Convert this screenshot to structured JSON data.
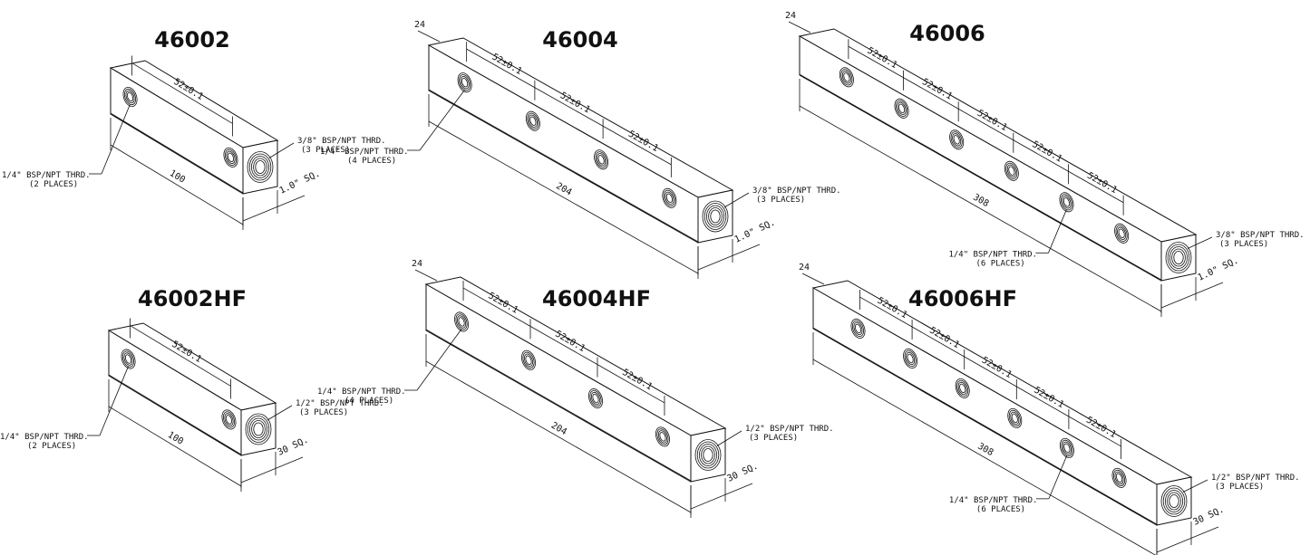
{
  "diagram": {
    "parts": [
      {
        "id": "p46002",
        "title": "46002",
        "length": "100",
        "square": "1.0\" SQ.",
        "first_offset": "",
        "spacing_label": "52±0.1",
        "side_note_1": "1/4\" BSP/NPT THRD.",
        "side_note_2": "(2 PLACES)",
        "end_note_1": "3/8\" BSP/NPT THRD.",
        "end_note_2": "(3 PLACES)",
        "holes": 2
      },
      {
        "id": "p46004",
        "title": "46004",
        "length": "204",
        "square": "1.0\" SQ.",
        "first_offset": "24",
        "spacing_label": "52±0.1",
        "side_note_1": "1/4\" BSP/NPT THRD.",
        "side_note_2": "(4 PLACES)",
        "end_note_1": "3/8\" BSP/NPT THRD.",
        "end_note_2": "(3 PLACES)",
        "holes": 4
      },
      {
        "id": "p46006",
        "title": "46006",
        "length": "308",
        "square": "1.0\" SQ.",
        "first_offset": "24",
        "spacing_label": "52±0.1",
        "side_note_1": "1/4\" BSP/NPT THRD.",
        "side_note_2": "(6 PLACES)",
        "end_note_1": "3/8\" BSP/NPT THRD.",
        "end_note_2": "(3 PLACES)",
        "holes": 6
      },
      {
        "id": "p46002hf",
        "title": "46002HF",
        "length": "100",
        "square": "30 SQ.",
        "first_offset": "",
        "spacing_label": "52±0.1",
        "side_note_1": "1/4\" BSP/NPT THRD.",
        "side_note_2": "(2 PLACES)",
        "end_note_1": "1/2\" BSP/NPT THRD.",
        "end_note_2": "(3 PLACES)",
        "holes": 2
      },
      {
        "id": "p46004hf",
        "title": "46004HF",
        "length": "204",
        "square": "30 SQ.",
        "first_offset": "24",
        "spacing_label": "52±0.1",
        "side_note_1": "1/4\" BSP/NPT THRD.",
        "side_note_2": "(4 PLACES)",
        "end_note_1": "1/2\" BSP/NPT THRD.",
        "end_note_2": "(3 PLACES)",
        "holes": 4
      },
      {
        "id": "p46006hf",
        "title": "46006HF",
        "length": "308",
        "square": "30 SQ.",
        "first_offset": "24",
        "spacing_label": "52±0.1",
        "side_note_1": "1/4\" BSP/NPT THRD.",
        "side_note_2": "(6 PLACES)",
        "end_note_1": "1/2\" BSP/NPT THRD.",
        "end_note_2": "(3 PLACES)",
        "holes": 6
      }
    ]
  }
}
